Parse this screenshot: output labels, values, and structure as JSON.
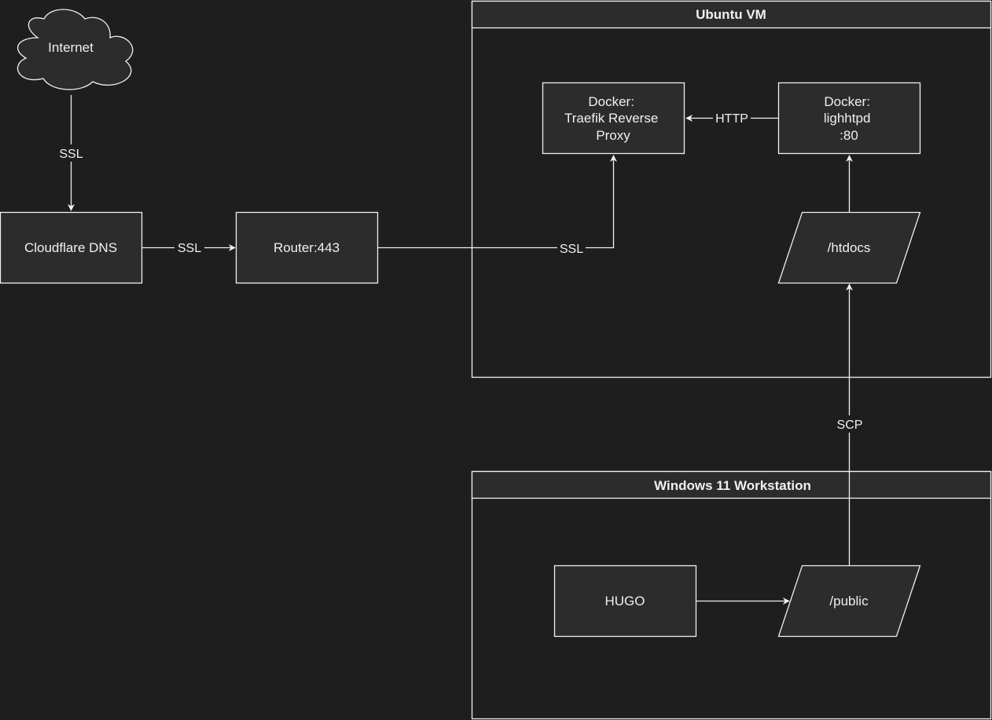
{
  "nodes": {
    "internet": {
      "label": "Internet",
      "shape": "cloud"
    },
    "cloudflare": {
      "label": "Cloudflare DNS",
      "shape": "rectangle"
    },
    "router": {
      "label": "Router:443",
      "shape": "rectangle"
    },
    "traefik": {
      "lines": [
        "Docker:",
        "Traefik Reverse",
        "Proxy"
      ],
      "shape": "rectangle"
    },
    "lighttpd": {
      "lines": [
        "Docker:",
        "lighhtpd",
        ":80"
      ],
      "shape": "rectangle"
    },
    "htdocs": {
      "label": "/htdocs",
      "shape": "parallelogram"
    },
    "hugo": {
      "label": "HUGO",
      "shape": "rectangle"
    },
    "public": {
      "label": "/public",
      "shape": "parallelogram"
    }
  },
  "containers": {
    "ubuntu": {
      "title": "Ubuntu VM"
    },
    "windows": {
      "title": "Windows 11 Workstation"
    }
  },
  "edges": {
    "internet_cloudflare": {
      "label": "SSL"
    },
    "cloudflare_router": {
      "label": "SSL"
    },
    "router_traefik": {
      "label": "SSL"
    },
    "lighttpd_traefik": {
      "label": "HTTP"
    },
    "htdocs_lighttpd": {
      "label": ""
    },
    "public_htdocs": {
      "label": "SCP"
    },
    "hugo_public": {
      "label": ""
    }
  },
  "colors": {
    "background": "#1e1e1e",
    "node_fill": "#2c2c2c",
    "stroke": "#f0f0f0",
    "text": "#f0f0f0"
  }
}
